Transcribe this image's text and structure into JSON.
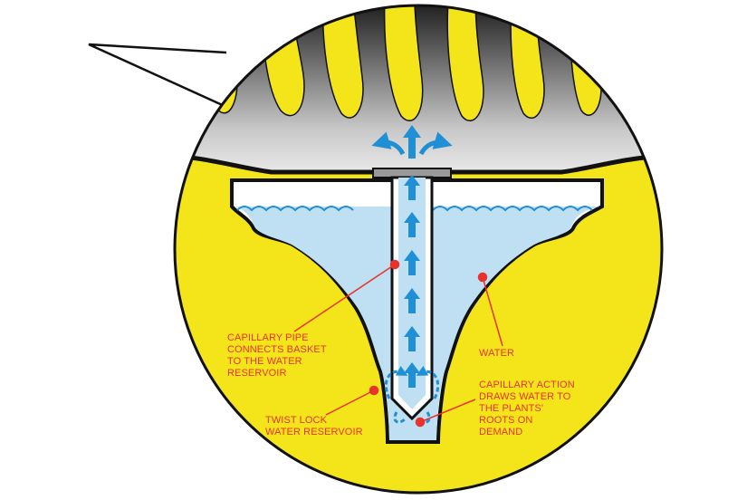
{
  "labels": {
    "capillary_pipe": [
      "CAPILLARY PIPE",
      "CONNECTS BASKET",
      "TO THE WATER",
      "RESERVOIR"
    ],
    "water": [
      "WATER"
    ],
    "capillary_action": [
      "CAPILLARY ACTION",
      "DRAWS WATER TO",
      "THE PLANTS'",
      "ROOTS ON",
      "DEMAND"
    ],
    "twist_lock": [
      "TWIST LOCK",
      "WATER RESERVOIR"
    ]
  },
  "colors": {
    "background": "#ffffff",
    "outline": "#111111",
    "yellow": "#f4e51a",
    "water": "#bfe0f2",
    "arrow_blue": "#1f8fd6",
    "label_red": "#e8322b",
    "pipe_gray": "#8a8a8a"
  }
}
